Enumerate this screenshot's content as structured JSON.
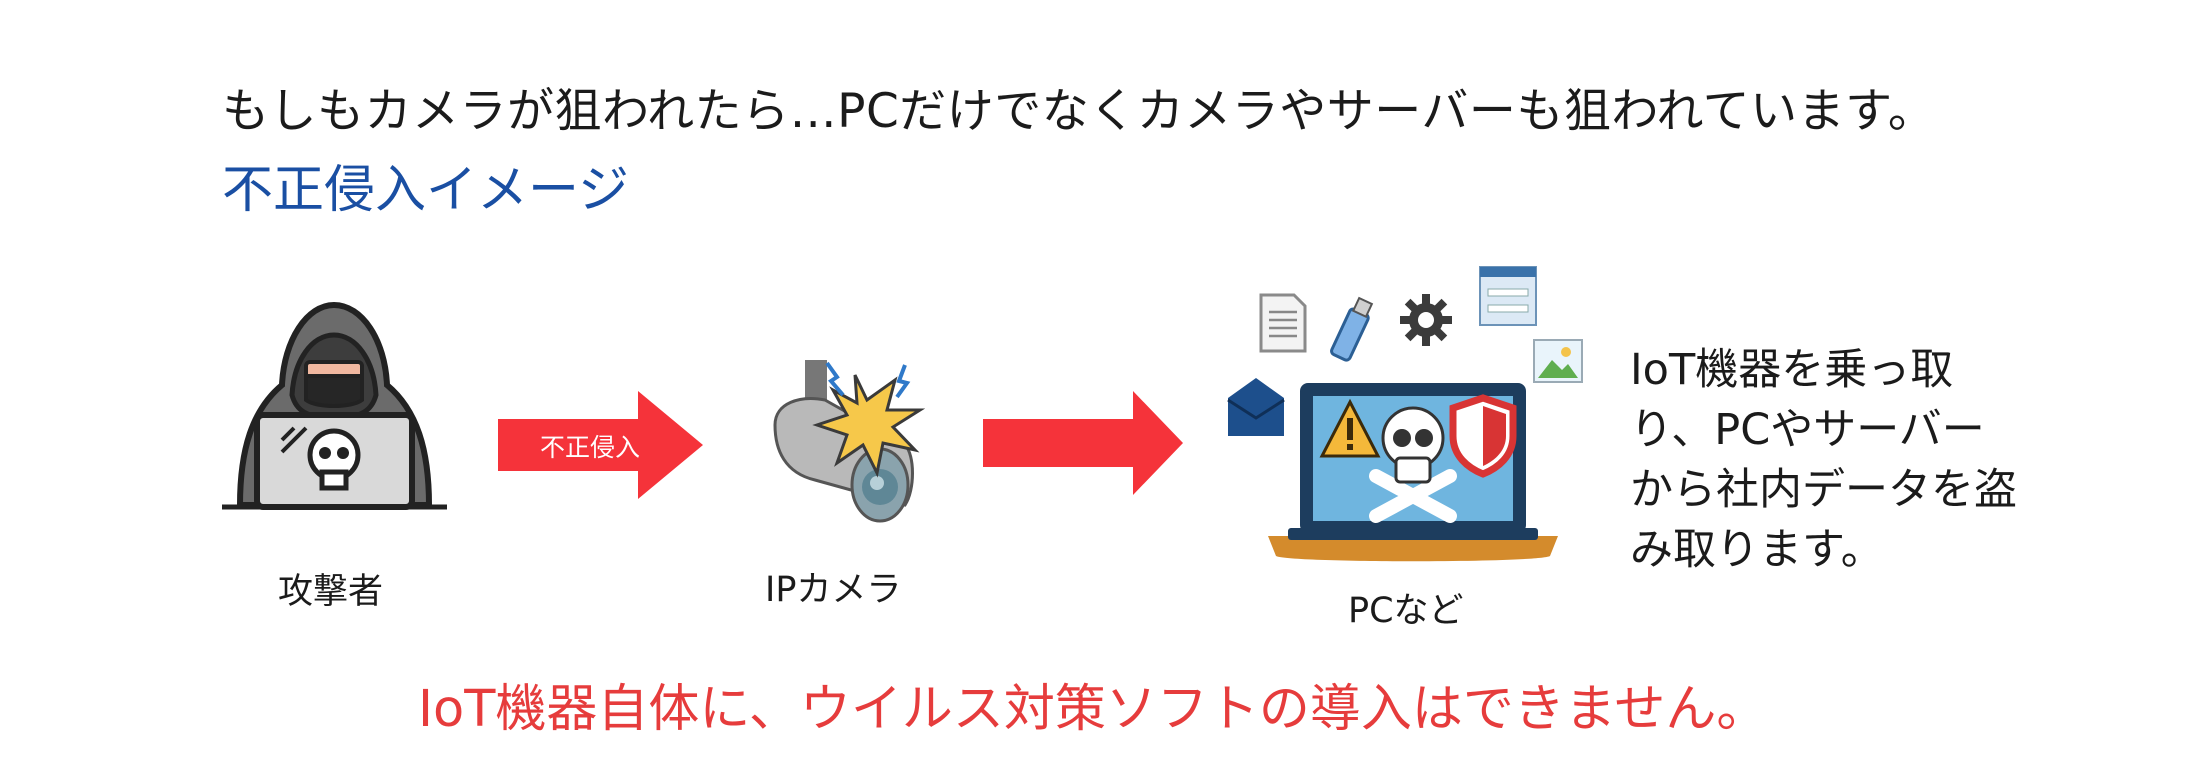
{
  "header": {
    "headline": "もしもカメラが狙われたら…PCだけでなくカメラやサーバーも狙われています。",
    "subtitle": "不正侵入イメージ"
  },
  "diagram": {
    "attacker_label": "攻撃者",
    "arrow1_label": "不正侵入",
    "camera_label": "IPカメラ",
    "pc_label": "PCなど",
    "side_text_lines": [
      "IoT機器を乗っ取",
      "り、PCやサーバー",
      "から社内データを盗",
      "み取ります。"
    ]
  },
  "footer": {
    "note": "IoT機器自体に、ウイルス対策ソフトの導入はできません。"
  },
  "colors": {
    "headline": "#1b1b1b",
    "subtitle": "#1a4fa3",
    "arrow": "#f5333a",
    "note": "#e63c3c"
  },
  "icons": {
    "attacker": "hacker-icon",
    "camera": "hacked-ip-camera-icon",
    "pc": "infected-laptop-icon",
    "floating": [
      "document-icon",
      "usb-icon",
      "gear-icon",
      "login-window-icon",
      "image-icon",
      "mail-icon"
    ]
  }
}
